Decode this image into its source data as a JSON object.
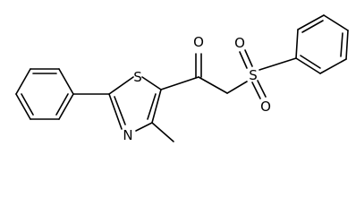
{
  "structure": {
    "atoms": {
      "S_ring": "S",
      "N_ring": "N",
      "O_carbonyl": "O",
      "S_sulfonyl": "S",
      "O_sulfonyl_top": "O",
      "O_sulfonyl_bottom": "O"
    }
  },
  "colors": {
    "bond": "#000000",
    "background": "#ffffff"
  }
}
